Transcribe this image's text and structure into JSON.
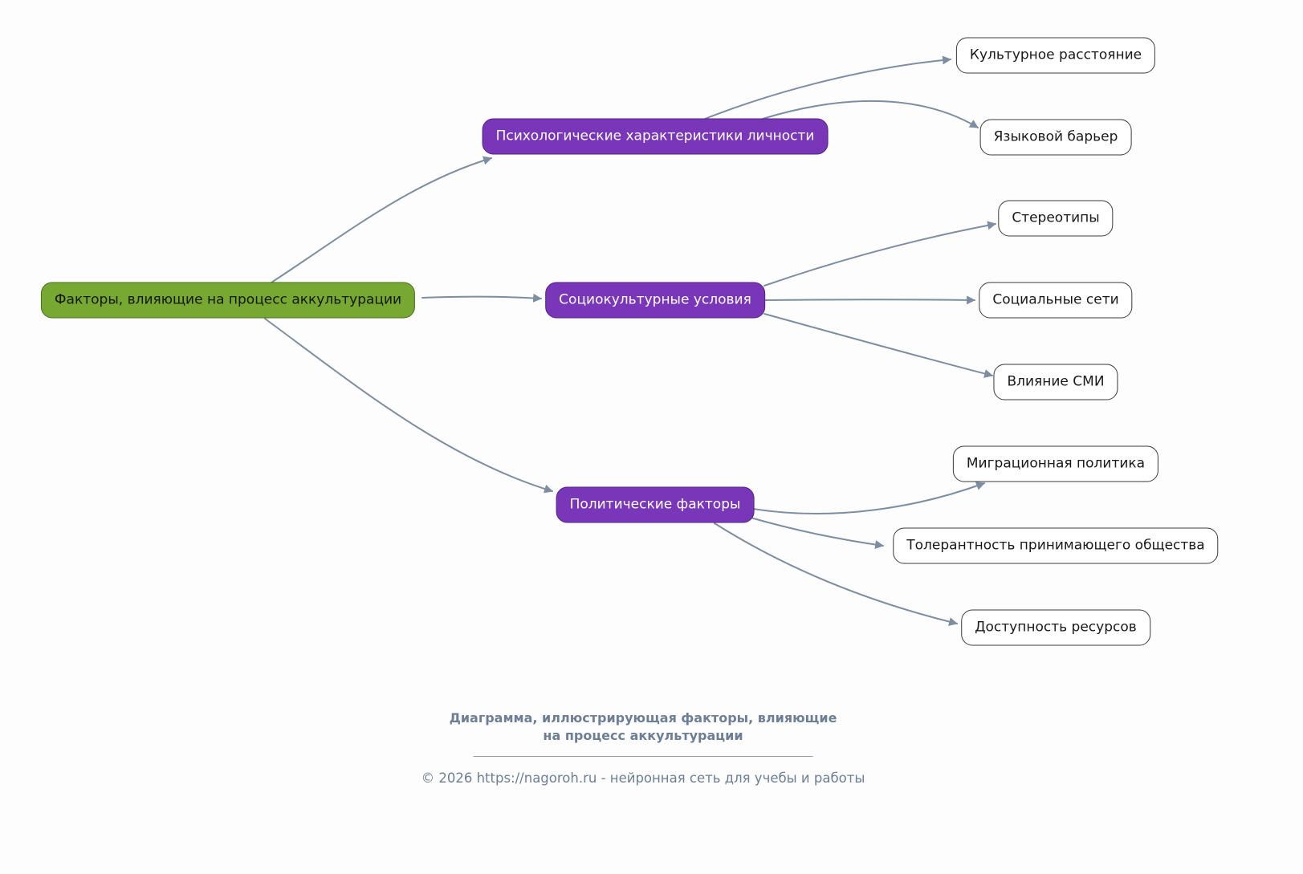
{
  "diagram": {
    "root": {
      "label": "Факторы, влияющие на процесс аккультурации"
    },
    "branches": [
      {
        "label": "Психологические характеристики личности",
        "children": [
          {
            "label": "Культурное расстояние"
          },
          {
            "label": "Языковой барьер"
          }
        ]
      },
      {
        "label": "Социокультурные условия",
        "children": [
          {
            "label": "Стереотипы"
          },
          {
            "label": "Социальные сети"
          },
          {
            "label": "Влияние СМИ"
          }
        ]
      },
      {
        "label": "Политические факторы",
        "children": [
          {
            "label": "Миграционная политика"
          },
          {
            "label": "Толерантность принимающего общества"
          },
          {
            "label": "Доступность ресурсов"
          }
        ]
      }
    ],
    "colors": {
      "background": "#fdfdfe",
      "root-fill": "#76a832",
      "root-border": "#4c6e1f",
      "root-text": "#15170f",
      "branch-fill": "#7a36b8",
      "branch-border": "#512480",
      "branch-text": "#ffffff",
      "leaf-fill": "#ffffff",
      "leaf-border": "#3a3a3a",
      "leaf-text": "#1a1a1a",
      "edge": "#7e8ea1",
      "footer-text": "#6d7f95"
    }
  },
  "footer": {
    "caption_line1": "Диаграмма, иллюстрирующая факторы, влияющие",
    "caption_line2": "на процесс аккультурации",
    "copyright": "© 2026 https://nagoroh.ru - нейронная сеть для учебы и работы"
  }
}
